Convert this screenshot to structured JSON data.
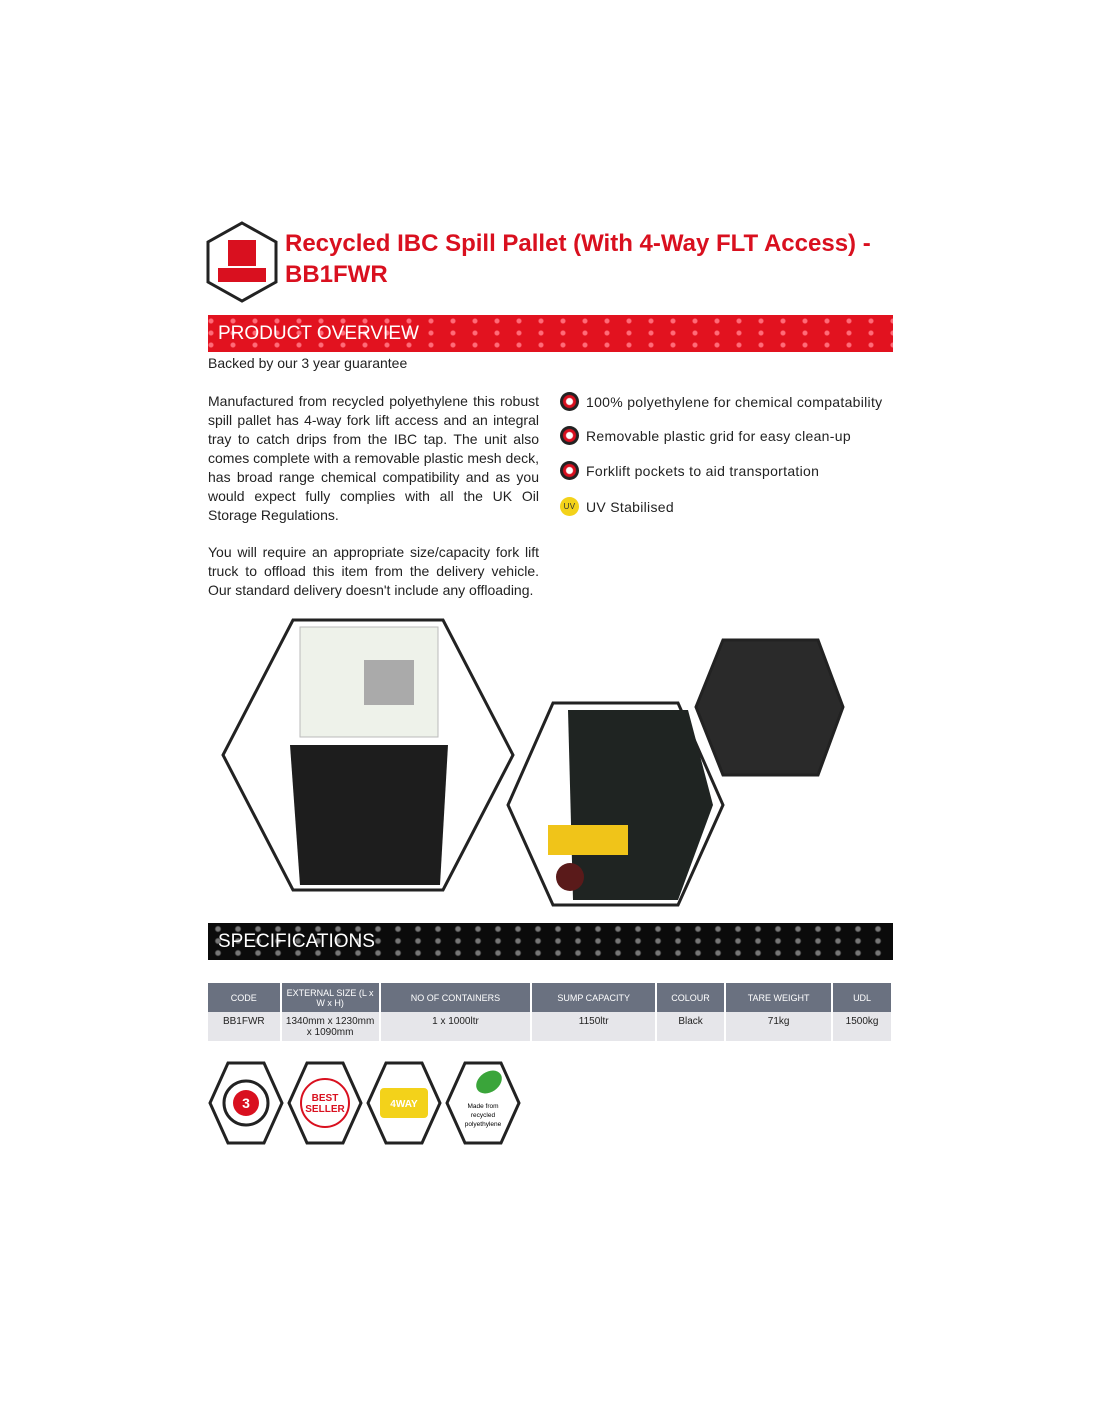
{
  "title": "Recycled IBC Spill Pallet (With 4-Way FLT Access) - BB1FWR",
  "overview": {
    "heading": "PRODUCT OVERVIEW",
    "guarantee": "Backed by our 3 year guarantee",
    "paragraphs": [
      "Manufactured from recycled polyethylene this robust spill pallet has 4-way fork lift access and an integral tray to catch drips from the IBC tap. The unit also comes complete with a removable plastic mesh deck, has broad range chemical compatibility and as you would expect fully complies with all the UK Oil Storage Regulations.",
      "You will require an appropriate size/capacity fork lift truck to offload this item from the delivery vehicle. Our standard delivery doesn't include any offloading."
    ],
    "bullets": [
      "100% polyethylene for chemical compatability",
      "Removable plastic grid for easy clean-up",
      "Forklift pockets to aid transportation",
      "UV Stabilised"
    ],
    "uv_label": "UV"
  },
  "specs": {
    "heading": "SPECIFICATIONS",
    "headers": [
      "CODE",
      "EXTERNAL SIZE (L x W x H)",
      "NO OF CONTAINERS",
      "SUMP CAPACITY",
      "COLOUR",
      "TARE WEIGHT",
      "UDL"
    ],
    "row": [
      "BB1FWR",
      "1340mm x 1230mm x 1090mm",
      "1 x 1000ltr",
      "1150ltr",
      "Black",
      "71kg",
      "1500kg"
    ]
  },
  "badges": {
    "guarantee": "3 YEAR GUARANTEE",
    "best": "BEST SELLER",
    "way": "4WAY",
    "recycled": "Made from recycled polyethylene"
  }
}
